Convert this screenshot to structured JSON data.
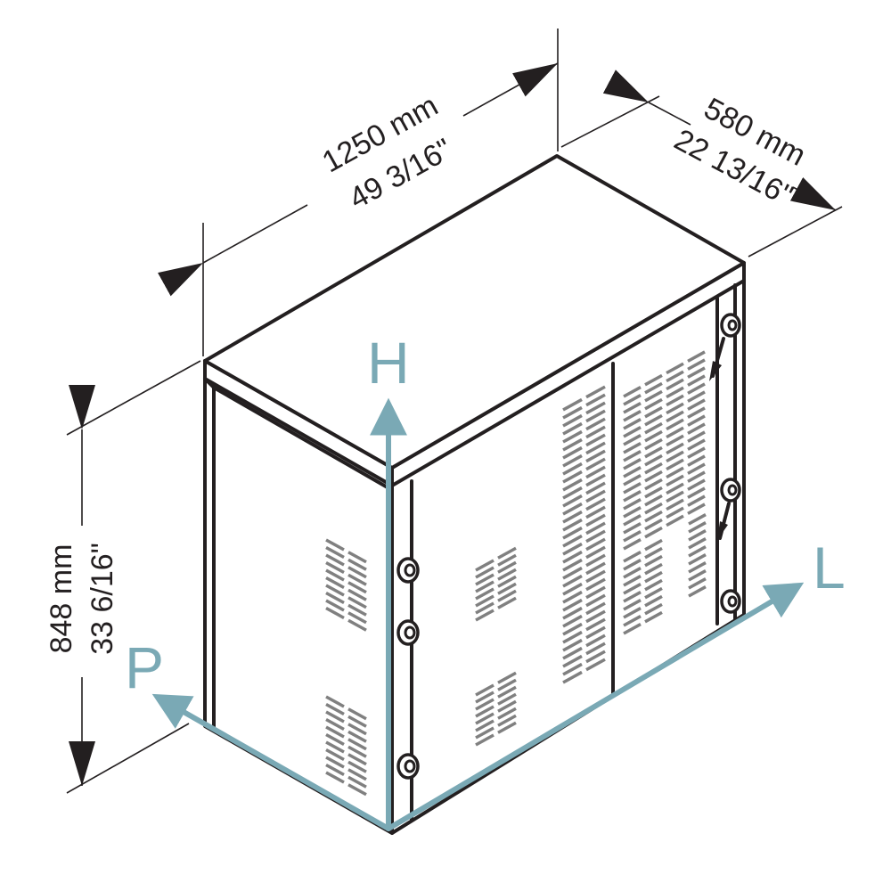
{
  "dimensions": {
    "width_mm": "1250 mm",
    "width_in": "49 3/16\"",
    "depth_mm": "580 mm",
    "depth_in": "22 13/16\"",
    "height_mm": "848 mm",
    "height_in": "33 6/16\""
  },
  "axes": {
    "height": "H",
    "length": "L",
    "depth": "P"
  },
  "colors": {
    "axis": "#7aa9b5",
    "outline": "#231f20",
    "grill": "#808080"
  }
}
